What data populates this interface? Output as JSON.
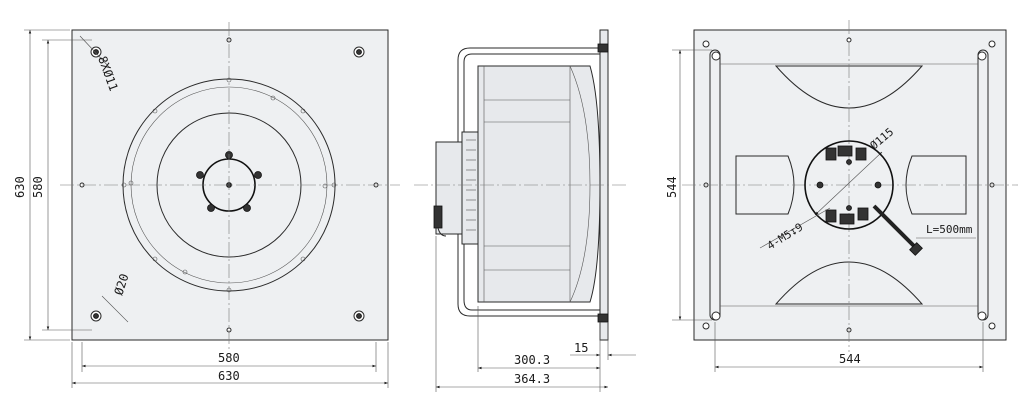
{
  "front_view": {
    "dim_height_outer": "630",
    "dim_height_inner": "580",
    "dim_width_inner": "580",
    "dim_width_outer": "630",
    "hole_callout": "8XØ11",
    "foot_callout": "Ø20"
  },
  "side_view": {
    "dim_depth_body": "300.3",
    "dim_flange": "15",
    "dim_depth_total": "364.3"
  },
  "rear_view": {
    "dim_height": "544",
    "dim_width": "544",
    "hub_diameter": "Ø115",
    "thread_callout": "4-M5↧9",
    "cable_length": "L=500mm"
  }
}
